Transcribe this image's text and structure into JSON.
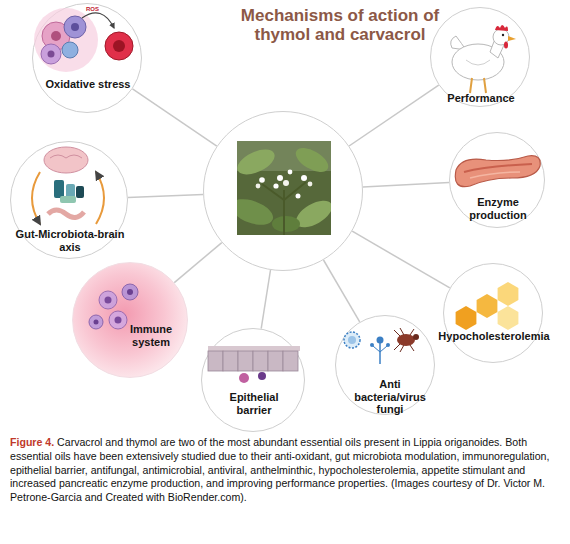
{
  "diagram": {
    "title": "Mechanisms of action of thymol and carvacrol",
    "caption": "Figure 4. Carvacrol and thymol are two of the most abundant essential oils present in Lippia origanoides. Both essential oils have been extensively studied due to their anti-oxidant, gut microbiota modulation, immunoregulation, epithelial barrier, antifungal, antimicrobial, antiviral, anthelminthic, hypocholesterolemia, appetite stimulant and increased pancreatic enzyme production, and improving performance properties. (Images courtesy of Dr. Victor M. Petrone-Garcia and Created with BioRender.com).",
    "nodes": [
      {
        "text": [
          "Oxidative stress"
        ]
      },
      {
        "text": [
          "Performance"
        ]
      },
      {
        "text": []
      },
      {
        "text": [
          "Enzyme production"
        ]
      },
      {
        "text": [
          "Gut-Microbiota-brain axis"
        ]
      },
      {
        "text": [
          "Hypocholesterolemia"
        ]
      },
      {
        "text": [
          "Immune system"
        ]
      },
      {
        "text": [
          "Epithelial barrier"
        ]
      },
      {
        "text": [
          "Anti bacteria/virus fungi"
        ]
      }
    ],
    "edges": [
      {
        "from": 2,
        "to": 0,
        "arrow": "none"
      },
      {
        "from": 2,
        "to": 1,
        "arrow": "none"
      },
      {
        "from": 2,
        "to": 3,
        "arrow": "none"
      },
      {
        "from": 2,
        "to": 4,
        "arrow": "none"
      },
      {
        "from": 2,
        "to": 5,
        "arrow": "none"
      },
      {
        "from": 2,
        "to": 6,
        "arrow": "none"
      },
      {
        "from": 2,
        "to": 7,
        "arrow": "none"
      },
      {
        "from": 2,
        "to": 8,
        "arrow": "none"
      }
    ],
    "labels": [
      "ROS"
    ]
  }
}
